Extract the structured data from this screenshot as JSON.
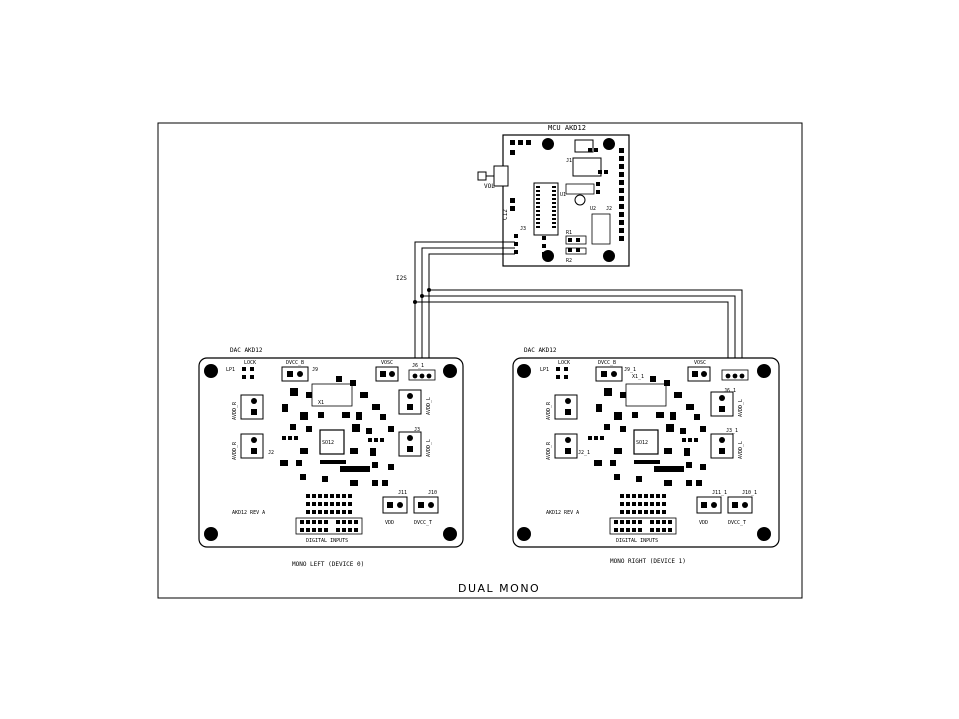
{
  "sheet": {
    "title": "DUAL MONO",
    "bus_label": "I2S"
  },
  "mcu_board": {
    "title": "MCU AKD12",
    "vol_label": "VOL",
    "ref_labels": [
      "C12",
      "J1",
      "J2",
      "J3",
      "U1",
      "U2",
      "R1",
      "R2"
    ]
  },
  "dac_left": {
    "title": "DAC AKD12",
    "caption": "MONO LEFT (DEVICE 0)",
    "rev": "AKD12 REV A",
    "footer": "DIGITAL INPUTS",
    "lock": "LOCK",
    "lp": "LP1",
    "dvcc_b": "DVCC_B",
    "j9": "J9",
    "x1": "X1",
    "vosc": "VOSC",
    "j6": "J6_1",
    "avdd_r": "AVDD_R",
    "avdd_l": "AVDD_L",
    "ic": "SO12",
    "j2": "J2",
    "j3": "J3",
    "vdd": "VDD",
    "dvcc_t": "DVCC_T",
    "j11": "J11",
    "j10": "J10"
  },
  "dac_right": {
    "title": "DAC AKD12",
    "caption": "MONO RIGHT (DEVICE 1)",
    "rev": "AKD12 REV A",
    "footer": "DIGITAL INPUTS",
    "lock": "LOCK",
    "lp": "LP1",
    "dvcc_b": "DVCC_B",
    "j9": "J9_1",
    "x1": "X1_1",
    "vosc": "VOSC",
    "j6": "J6_1",
    "avdd_r": "AVDD_R",
    "avdd_l": "AVDD_L",
    "ic": "SO12",
    "j2": "J2_1",
    "j3": "J3_1",
    "vdd": "VDD",
    "dvcc_t": "DVCC_T",
    "j11": "J11_1",
    "j10": "J10_1"
  }
}
